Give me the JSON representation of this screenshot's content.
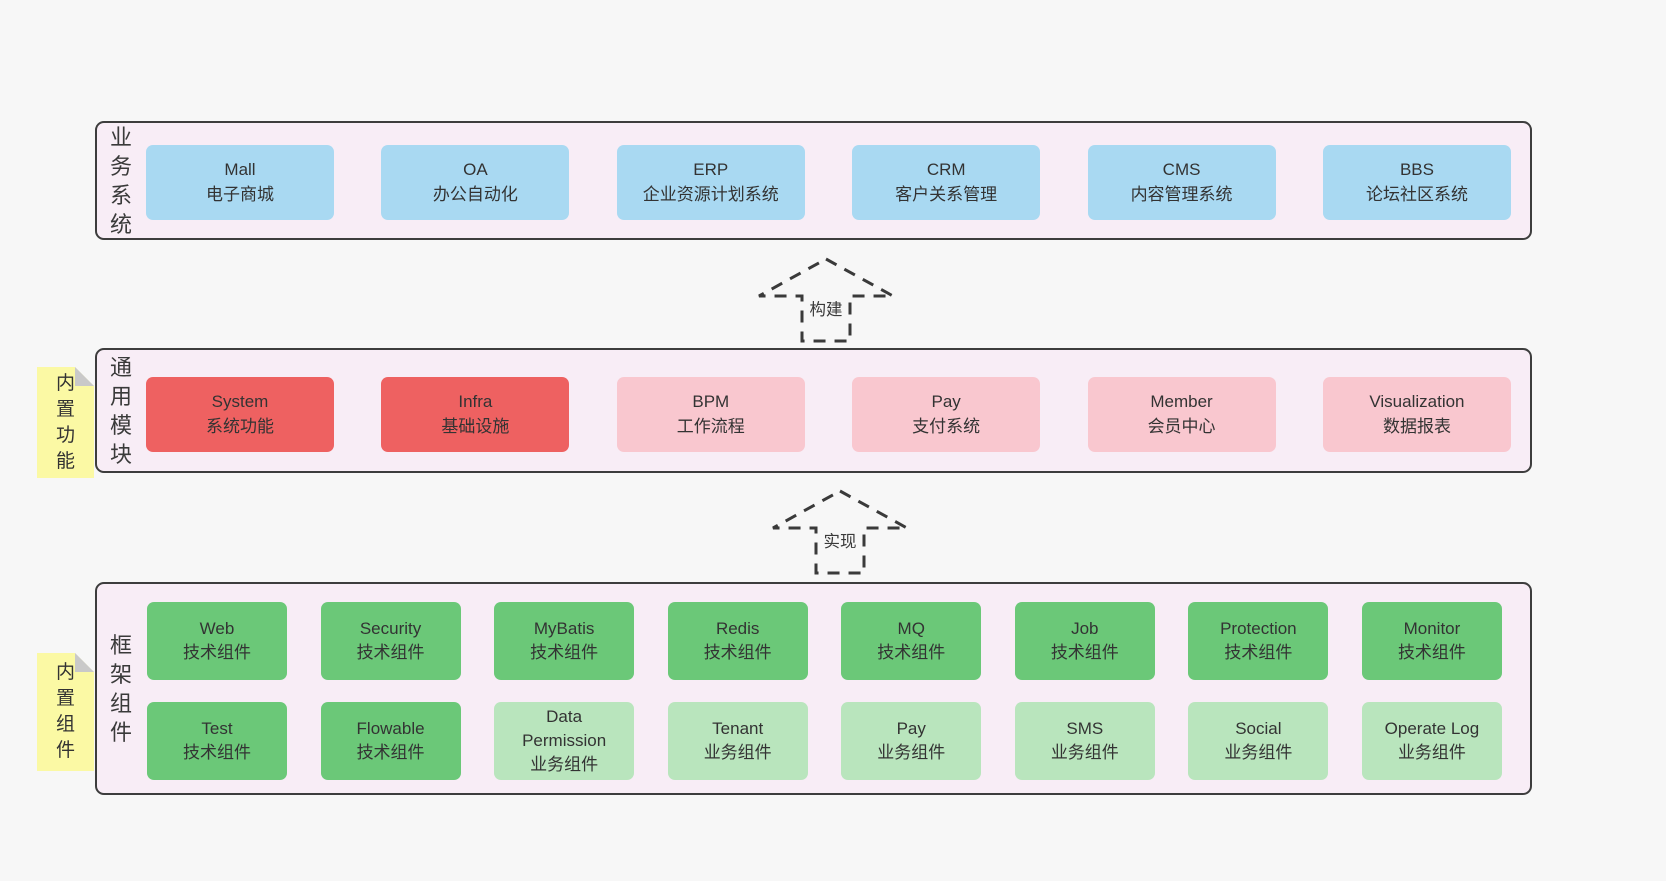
{
  "colors": {
    "page_bg": "#f7f7f7",
    "band_bg": "#f8edf6",
    "band_border": "#3d3d3d",
    "blue_box": "#a9d9f2",
    "red_box": "#ee6161",
    "pink_box": "#f9c7cf",
    "green_box": "#6bc878",
    "green_light_box": "#b9e5bd",
    "note_bg": "#fbf9a4",
    "note_fold": "#c9c9c9",
    "text": "#333333"
  },
  "arrows": [
    {
      "label": "构建"
    },
    {
      "label": "实现"
    }
  ],
  "bands": [
    {
      "label": "业务系统",
      "boxes": [
        {
          "title": "Mall",
          "subtitle": "电子商城",
          "variant": "blue"
        },
        {
          "title": "OA",
          "subtitle": "办公自动化",
          "variant": "blue"
        },
        {
          "title": "ERP",
          "subtitle": "企业资源计划系统",
          "variant": "blue"
        },
        {
          "title": "CRM",
          "subtitle": "客户关系管理",
          "variant": "blue"
        },
        {
          "title": "CMS",
          "subtitle": "内容管理系统",
          "variant": "blue"
        },
        {
          "title": "BBS",
          "subtitle": "论坛社区系统",
          "variant": "blue"
        }
      ]
    },
    {
      "label": "通用模块",
      "note": "内置功能",
      "boxes": [
        {
          "title": "System",
          "subtitle": "系统功能",
          "variant": "red"
        },
        {
          "title": "Infra",
          "subtitle": "基础设施",
          "variant": "red"
        },
        {
          "title": "BPM",
          "subtitle": "工作流程",
          "variant": "pink"
        },
        {
          "title": "Pay",
          "subtitle": "支付系统",
          "variant": "pink"
        },
        {
          "title": "Member",
          "subtitle": "会员中心",
          "variant": "pink"
        },
        {
          "title": "Visualization",
          "subtitle": "数据报表",
          "variant": "pink"
        }
      ]
    },
    {
      "label": "框架组件",
      "note": "内置组件",
      "boxes_row1": [
        {
          "title": "Web",
          "subtitle": "技术组件",
          "variant": "green"
        },
        {
          "title": "Security",
          "subtitle": "技术组件",
          "variant": "green"
        },
        {
          "title": "MyBatis",
          "subtitle": "技术组件",
          "variant": "green"
        },
        {
          "title": "Redis",
          "subtitle": "技术组件",
          "variant": "green"
        },
        {
          "title": "MQ",
          "subtitle": "技术组件",
          "variant": "green"
        },
        {
          "title": "Job",
          "subtitle": "技术组件",
          "variant": "green"
        },
        {
          "title": "Protection",
          "subtitle": "技术组件",
          "variant": "green"
        },
        {
          "title": "Monitor",
          "subtitle": "技术组件",
          "variant": "green"
        }
      ],
      "boxes_row2": [
        {
          "title": "Test",
          "subtitle": "技术组件",
          "variant": "green"
        },
        {
          "title": "Flowable",
          "subtitle": "技术组件",
          "variant": "green"
        },
        {
          "title": "Data Permission",
          "subtitle": "业务组件",
          "variant": "green-light"
        },
        {
          "title": "Tenant",
          "subtitle": "业务组件",
          "variant": "green-light"
        },
        {
          "title": "Pay",
          "subtitle": "业务组件",
          "variant": "green-light"
        },
        {
          "title": "SMS",
          "subtitle": "业务组件",
          "variant": "green-light"
        },
        {
          "title": "Social",
          "subtitle": "业务组件",
          "variant": "green-light"
        },
        {
          "title": "Operate Log",
          "subtitle": "业务组件",
          "variant": "green-light"
        }
      ]
    }
  ]
}
